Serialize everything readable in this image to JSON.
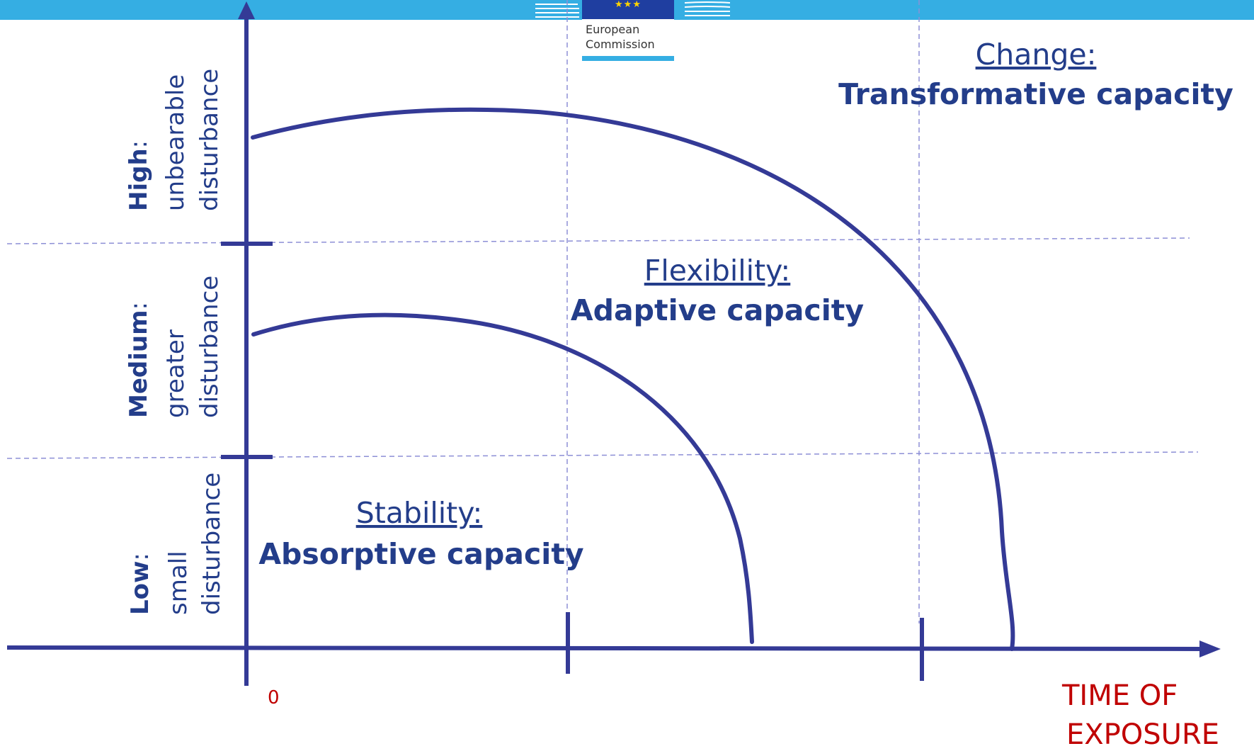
{
  "logo": {
    "line1": "European",
    "line2": "Commission",
    "stars": "★★★"
  },
  "zones": [
    {
      "heading": "Stability:",
      "capacity": "Absorptive capacity"
    },
    {
      "heading": "Flexibility:",
      "capacity": "Adaptive capacity"
    },
    {
      "heading": "Change:",
      "capacity": "Transformative capacity"
    }
  ],
  "levels": [
    {
      "level": "Low",
      "line1": "small",
      "line2": "disturbance"
    },
    {
      "level": "Medium",
      "line1": "greater",
      "line2": "disturbance"
    },
    {
      "level": "High",
      "line1": "unbearable",
      "line2": "disturbance"
    }
  ],
  "x_axis": {
    "origin": "0",
    "label_line1": "TIME OF",
    "label_line2": "EXPOSURE"
  },
  "colors": {
    "axis": "#343a96",
    "text": "#233d8a",
    "accent": "#c00000",
    "grid": "#8d8fd6",
    "bar": "#35aee3"
  }
}
